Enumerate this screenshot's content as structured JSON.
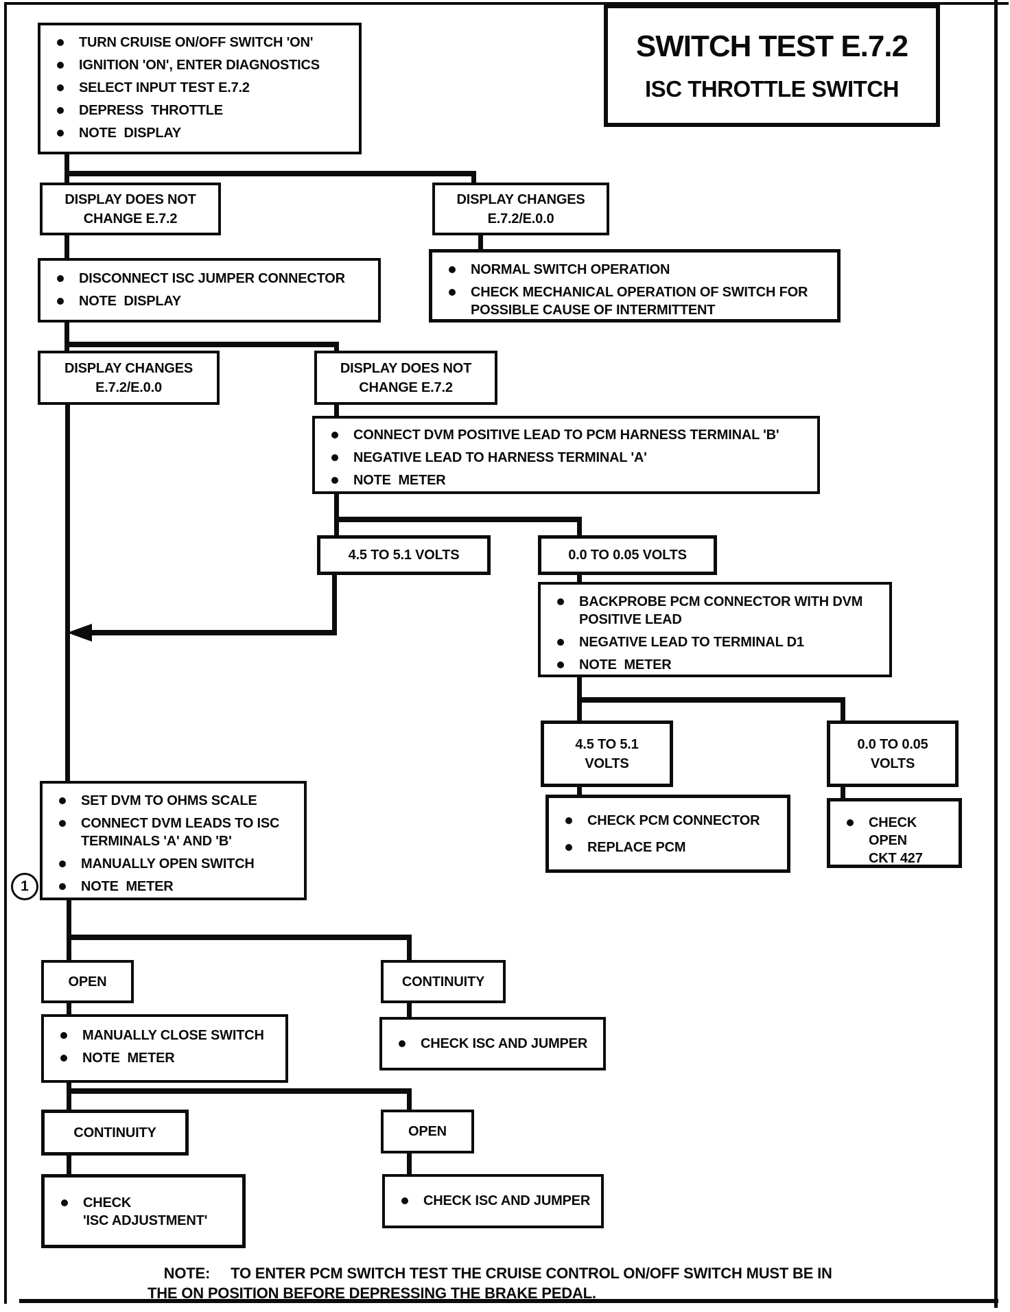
{
  "page": {
    "title_line1": "SWITCH TEST E.7.2",
    "title_line2": "ISC THROTTLE SWITCH",
    "callout_number": "1",
    "note_label": "NOTE:",
    "note_text": "TO ENTER PCM SWITCH TEST THE CRUISE CONTROL ON/OFF SWITCH MUST BE IN\nTHE ON POSITION BEFORE DEPRESSING THE BRAKE PEDAL."
  },
  "boxes": {
    "instructions": {
      "items": [
        "TURN CRUISE ON/OFF SWITCH 'ON'",
        "IGNITION 'ON', ENTER DIAGNOSTICS",
        "SELECT INPUT TEST E.7.2",
        "DEPRESS  THROTTLE",
        "NOTE  DISPLAY"
      ]
    },
    "display_does_not_change_1": {
      "label": "DISPLAY DOES NOT\nCHANGE E.7.2"
    },
    "display_changes_1": {
      "label": "DISPLAY CHANGES\nE.7.2/E.0.0"
    },
    "disconnect_jumper": {
      "items": [
        "DISCONNECT ISC JUMPER CONNECTOR",
        "NOTE  DISPLAY"
      ]
    },
    "normal_operation": {
      "items": [
        "NORMAL SWITCH OPERATION",
        "CHECK MECHANICAL OPERATION OF SWITCH FOR\nPOSSIBLE CAUSE OF INTERMITTENT"
      ]
    },
    "display_changes_2": {
      "label": "DISPLAY CHANGES\nE.7.2/E.0.0"
    },
    "display_does_not_change_2": {
      "label": "DISPLAY DOES NOT\nCHANGE E.7.2"
    },
    "connect_dvm": {
      "items": [
        "CONNECT DVM POSITIVE LEAD TO PCM HARNESS TERMINAL 'B'",
        "NEGATIVE LEAD TO HARNESS TERMINAL 'A'",
        "NOTE  METER"
      ]
    },
    "volts_45_51_a": {
      "label": "4.5 TO 5.1 VOLTS"
    },
    "volts_00_005_a": {
      "label": "0.0 TO 0.05 VOLTS"
    },
    "backprobe": {
      "items": [
        "BACKPROBE PCM CONNECTOR WITH DVM\nPOSITIVE LEAD",
        "NEGATIVE LEAD TO TERMINAL D1",
        "NOTE  METER"
      ]
    },
    "volts_45_51_b": {
      "label": "4.5 TO 5.1\nVOLTS"
    },
    "volts_00_005_b": {
      "label": "0.0 TO 0.05\nVOLTS"
    },
    "check_pcm": {
      "items": [
        "CHECK PCM CONNECTOR",
        "REPLACE PCM"
      ]
    },
    "check_open_ckt": {
      "items": [
        "CHECK OPEN\nCKT 427"
      ]
    },
    "set_dvm": {
      "items": [
        "SET DVM TO OHMS SCALE",
        "CONNECT DVM LEADS TO ISC\nTERMINALS 'A' AND 'B'",
        "MANUALLY OPEN SWITCH",
        "NOTE  METER"
      ]
    },
    "open_1": {
      "label": "OPEN"
    },
    "continuity_1": {
      "label": "CONTINUITY"
    },
    "manually_close": {
      "items": [
        "MANUALLY CLOSE SWITCH",
        "NOTE  METER"
      ]
    },
    "check_isc_jumper_1": {
      "items": [
        "CHECK ISC AND JUMPER"
      ]
    },
    "continuity_2": {
      "label": "CONTINUITY"
    },
    "open_2": {
      "label": "OPEN"
    },
    "check_isc_adjustment": {
      "items": [
        "CHECK\n'ISC ADJUSTMENT'"
      ]
    },
    "check_isc_jumper_2": {
      "items": [
        "CHECK ISC AND JUMPER"
      ]
    }
  }
}
